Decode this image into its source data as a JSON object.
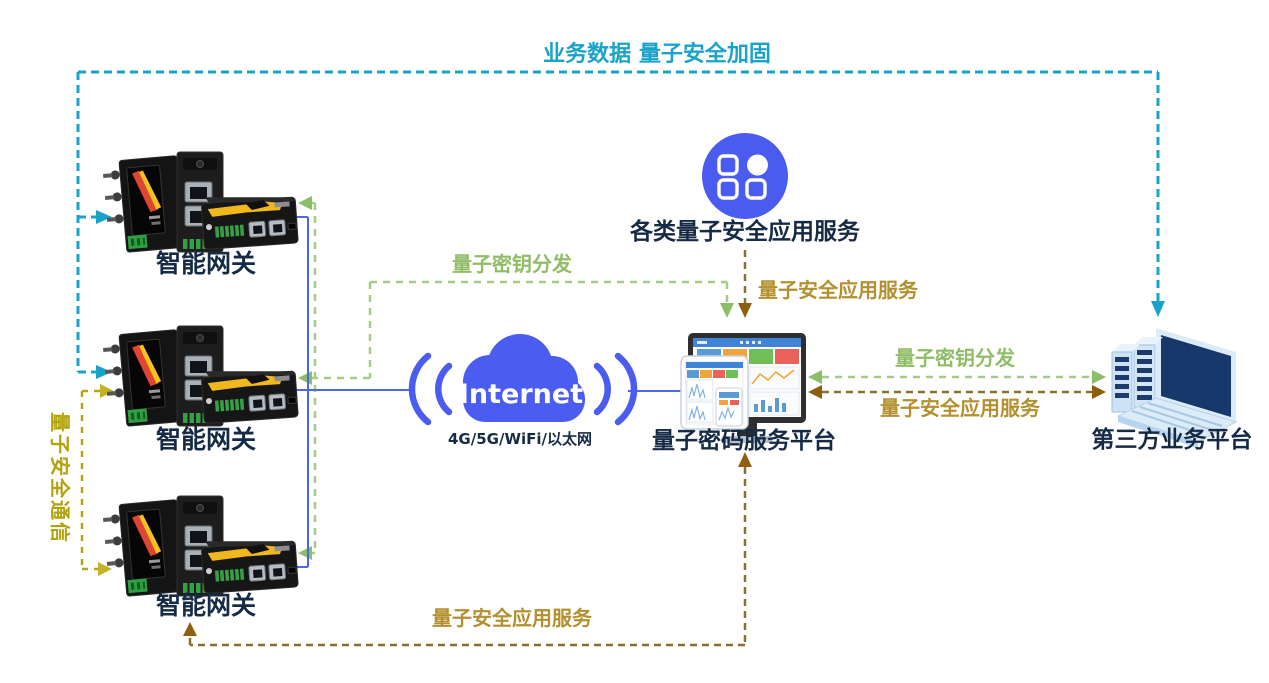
{
  "nodes": {
    "gateways": [
      {
        "label": "智能网关",
        "icon": "gateway-router-icon"
      },
      {
        "label": "智能网关",
        "icon": "gateway-router-icon"
      },
      {
        "label": "智能网关",
        "icon": "gateway-router-icon"
      }
    ],
    "internet": {
      "label": "Internet",
      "sublabel": "4G/5G/WiFi/以太网",
      "icon": "cloud-icon",
      "color": "#4b5cf0"
    },
    "app_services": {
      "label": "各类量子安全应用服务",
      "icon": "app-grid-icon",
      "color": "#4a5cf0"
    },
    "qkd_platform": {
      "label": "量子密码服务平台",
      "icon": "dashboard-monitor-icon"
    },
    "third_party": {
      "label": "第三方业务平台",
      "icon": "laptop-server-icon"
    }
  },
  "flows": {
    "business_data": {
      "label": "业务数据 量子安全加固",
      "color": "#1aa3c8",
      "style": "dashed",
      "endpoints": [
        "third_party",
        "gateway-1",
        "gateway-2"
      ]
    },
    "qkd_gateways": {
      "label": "量子密钥分发",
      "color": "#8fbd66",
      "style": "dashed",
      "endpoints": [
        "qkd_platform",
        "gateway-1",
        "gateway-2",
        "gateway-3"
      ]
    },
    "qkd_third_party": {
      "label": "量子密钥分发",
      "color": "#8fbd66",
      "style": "dashed",
      "endpoints": [
        "qkd_platform",
        "third_party"
      ]
    },
    "app_service_platform": {
      "label": "量子安全应用服务",
      "color": "#b3902e",
      "style": "dashed",
      "endpoints": [
        "app_services",
        "qkd_platform"
      ]
    },
    "app_service_third_party": {
      "label": "量子安全应用服务",
      "color": "#b3902e",
      "style": "dashed",
      "endpoints": [
        "qkd_platform",
        "third_party"
      ]
    },
    "app_service_gateway": {
      "label": "量子安全应用服务",
      "color": "#b3902e",
      "style": "dashed",
      "endpoints": [
        "qkd_platform",
        "gateway-3"
      ]
    },
    "quantum_secure_comm": {
      "label": "量子安全通信",
      "color": "#b2a20c",
      "style": "dashed",
      "orientation": "vertical",
      "endpoints": [
        "gateway-2",
        "gateway-3"
      ]
    }
  },
  "colors": {
    "teal_line": "#1aa3c8",
    "green_line": "#a4cc82",
    "green_arrow": "#8cbd67",
    "yellow_line": "#b5a50e",
    "gold_line": "#8a7030",
    "gold_arrow": "#8f5e0f",
    "gold_label": "#b3902e",
    "blue_line": "#4a67e8",
    "cloud_blue": "#4b5cf0",
    "navy_text": "#152a45",
    "terminal_green": "#2f9e44",
    "device_yellow": "#f0b81d"
  }
}
